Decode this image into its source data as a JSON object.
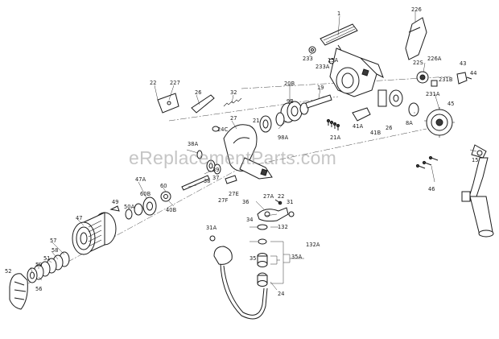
{
  "watermark": "eReplacementParts.com",
  "part_labels": [
    "1",
    "226",
    "233",
    "233A",
    "15A",
    "226A",
    "22S",
    "43",
    "231B",
    "44",
    "231A",
    "45",
    "22",
    "227",
    "26",
    "32",
    "20B",
    "19",
    "9B",
    "21",
    "98A",
    "24C",
    "27",
    "41A",
    "41B",
    "26",
    "8A",
    "21A",
    "38A",
    "37",
    "39",
    "38",
    "27F",
    "27E",
    "27A",
    "36",
    "22",
    "31",
    "47A",
    "60B",
    "60",
    "40B",
    "49",
    "50A",
    "47",
    "34",
    "132",
    "57",
    "58",
    "51",
    "59",
    "52",
    "56",
    "31A",
    "35",
    "35A",
    "132A",
    "24",
    "15",
    "46"
  ]
}
